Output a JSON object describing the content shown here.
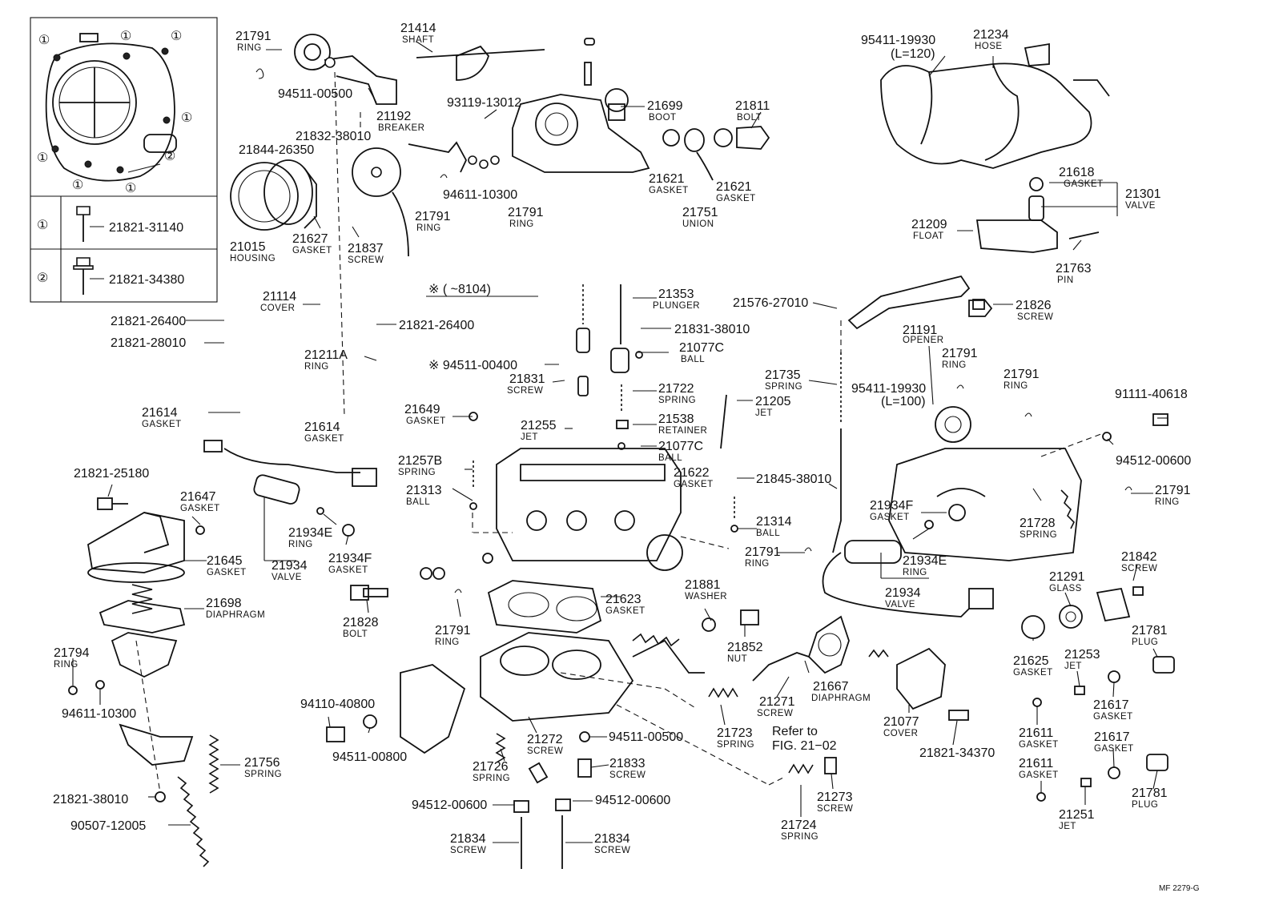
{
  "figure_code": "MF 2279-G",
  "note": "※ ( ~8104)",
  "inset": {
    "marker_1": "①",
    "marker_2": "②",
    "row1": {
      "marker": "①",
      "part": "21821-31140"
    },
    "row2": {
      "marker": "②",
      "part": "21821-34380"
    }
  },
  "refer": {
    "line1": "Refer to",
    "line2": "FIG. 21−02"
  },
  "labels": [
    {
      "pn": "21791",
      "name": "RING"
    },
    {
      "pn": "21414",
      "name": "SHAFT"
    },
    {
      "pn": "94511-00500",
      "name": ""
    },
    {
      "pn": "21192",
      "name": "BREAKER"
    },
    {
      "pn": "93119-13012",
      "name": ""
    },
    {
      "pn": "21699",
      "name": "BOOT"
    },
    {
      "pn": "21811",
      "name": "BOLT"
    },
    {
      "pn": "95411-19930",
      "name": "(L=120)"
    },
    {
      "pn": "21234",
      "name": "HOSE"
    },
    {
      "pn": "21832-38010",
      "name": ""
    },
    {
      "pn": "21844-26350",
      "name": ""
    },
    {
      "pn": "21621",
      "name": "GASKET"
    },
    {
      "pn": "21621",
      "name": "GASKET"
    },
    {
      "pn": "21751",
      "name": "UNION"
    },
    {
      "pn": "94611-10300",
      "name": ""
    },
    {
      "pn": "21791",
      "name": "RING"
    },
    {
      "pn": "21791",
      "name": "RING"
    },
    {
      "pn": "21618",
      "name": "GASKET"
    },
    {
      "pn": "21301",
      "name": "VALVE"
    },
    {
      "pn": "21209",
      "name": "FLOAT"
    },
    {
      "pn": "21763",
      "name": "PIN"
    },
    {
      "pn": "21015",
      "name": "HOUSING"
    },
    {
      "pn": "21627",
      "name": "GASKET"
    },
    {
      "pn": "21837",
      "name": "SCREW"
    },
    {
      "pn": "21114",
      "name": "COVER"
    },
    {
      "pn": "21353",
      "name": "PLUNGER"
    },
    {
      "pn": "21576-27010",
      "name": ""
    },
    {
      "pn": "21826",
      "name": "SCREW"
    },
    {
      "pn": "21821-26400",
      "name": ""
    },
    {
      "pn": "21821-26400",
      "name": ""
    },
    {
      "pn": "21831-38010",
      "name": ""
    },
    {
      "pn": "21821-28010",
      "name": ""
    },
    {
      "pn": "21211A",
      "name": "RING"
    },
    {
      "pn": "21077C",
      "name": "BALL"
    },
    {
      "pn": "21191",
      "name": "OPENER"
    },
    {
      "pn": "21791",
      "name": "RING"
    },
    {
      "pn": "※ 94511-00400",
      "name": ""
    },
    {
      "pn": "21831",
      "name": "SCREW"
    },
    {
      "pn": "21735",
      "name": "SPRING"
    },
    {
      "pn": "21791",
      "name": "RING"
    },
    {
      "pn": "21722",
      "name": "SPRING"
    },
    {
      "pn": "95411-19930",
      "name": "(L=100)"
    },
    {
      "pn": "21205",
      "name": "JET"
    },
    {
      "pn": "91111-40618",
      "name": ""
    },
    {
      "pn": "21614",
      "name": "GASKET"
    },
    {
      "pn": "21614",
      "name": "GASKET"
    },
    {
      "pn": "21649",
      "name": "GASKET"
    },
    {
      "pn": "21538",
      "name": "RETAINER"
    },
    {
      "pn": "21255",
      "name": "JET"
    },
    {
      "pn": "21077C",
      "name": "BALL"
    },
    {
      "pn": "94512-00600",
      "name": ""
    },
    {
      "pn": "21821-25180",
      "name": ""
    },
    {
      "pn": "21257B",
      "name": "SPRING"
    },
    {
      "pn": "21622",
      "name": "GASKET"
    },
    {
      "pn": "21845-38010",
      "name": ""
    },
    {
      "pn": "21791",
      "name": "RING"
    },
    {
      "pn": "21647",
      "name": "GASKET"
    },
    {
      "pn": "21313",
      "name": "BALL"
    },
    {
      "pn": "21934F",
      "name": "GASKET"
    },
    {
      "pn": "21728",
      "name": "SPRING"
    },
    {
      "pn": "21314",
      "name": "BALL"
    },
    {
      "pn": "21934E",
      "name": "RING"
    },
    {
      "pn": "21645",
      "name": "GASKET"
    },
    {
      "pn": "21934",
      "name": "VALVE"
    },
    {
      "pn": "21934F",
      "name": "GASKET"
    },
    {
      "pn": "21791",
      "name": "RING"
    },
    {
      "pn": "21934E",
      "name": "RING"
    },
    {
      "pn": "21842",
      "name": "SCREW"
    },
    {
      "pn": "21934",
      "name": "VALVE"
    },
    {
      "pn": "21698",
      "name": "DIAPHRAGM"
    },
    {
      "pn": "21623",
      "name": "GASKET"
    },
    {
      "pn": "21881",
      "name": "WASHER"
    },
    {
      "pn": "21291",
      "name": "GLASS"
    },
    {
      "pn": "21828",
      "name": "BOLT"
    },
    {
      "pn": "21791",
      "name": "RING"
    },
    {
      "pn": "21852",
      "name": "NUT"
    },
    {
      "pn": "21781",
      "name": "PLUG"
    },
    {
      "pn": "21794",
      "name": "RING"
    },
    {
      "pn": "21625",
      "name": "GASKET"
    },
    {
      "pn": "21253",
      "name": "JET"
    },
    {
      "pn": "21667",
      "name": "DIAPHRAGM"
    },
    {
      "pn": "94611-10300",
      "name": ""
    },
    {
      "pn": "21271",
      "name": "SCREW"
    },
    {
      "pn": "21617",
      "name": "GASKET"
    },
    {
      "pn": "21077",
      "name": "COVER"
    },
    {
      "pn": "94110-40800",
      "name": ""
    },
    {
      "pn": "21272",
      "name": "SCREW"
    },
    {
      "pn": "94511-00500",
      "name": ""
    },
    {
      "pn": "21723",
      "name": "SPRING"
    },
    {
      "pn": "21611",
      "name": "GASKET"
    },
    {
      "pn": "94511-00800",
      "name": ""
    },
    {
      "pn": "21756",
      "name": "SPRING"
    },
    {
      "pn": "21726",
      "name": "SPRING"
    },
    {
      "pn": "21833",
      "name": "SCREW"
    },
    {
      "pn": "21821-34370",
      "name": ""
    },
    {
      "pn": "21617",
      "name": "GASKET"
    },
    {
      "pn": "21611",
      "name": "GASKET"
    },
    {
      "pn": "21781",
      "name": "PLUG"
    },
    {
      "pn": "21821-38010",
      "name": ""
    },
    {
      "pn": "21273",
      "name": "SCREW"
    },
    {
      "pn": "94512-00600",
      "name": ""
    },
    {
      "pn": "94512-00600",
      "name": ""
    },
    {
      "pn": "21251",
      "name": "JET"
    },
    {
      "pn": "90507-12005",
      "name": ""
    },
    {
      "pn": "21724",
      "name": "SPRING"
    },
    {
      "pn": "21834",
      "name": "SCREW"
    },
    {
      "pn": "21834",
      "name": "SCREW"
    }
  ]
}
